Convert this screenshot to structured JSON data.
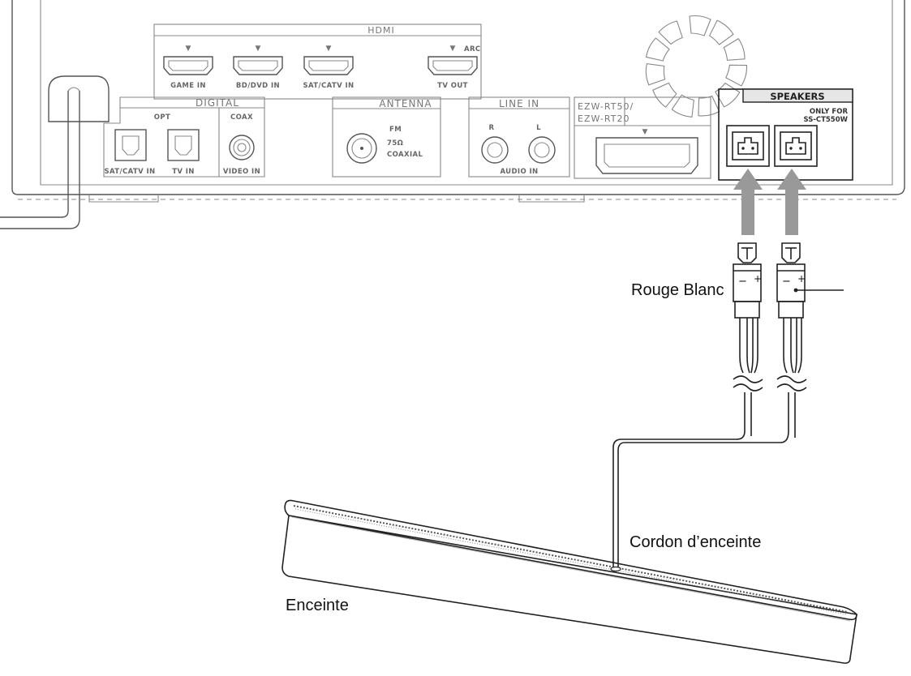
{
  "receiver": {
    "hdmi": {
      "header": "HDMI",
      "ports": [
        "GAME IN",
        "BD/DVD IN",
        "SAT/CATV IN",
        "TV OUT"
      ],
      "arc_label": "ARC",
      "arrow_mark": "▼"
    },
    "digital": {
      "header": "DIGITAL",
      "opt_label": "OPT",
      "coax_label": "COAX",
      "ports": [
        "SAT/CATV IN",
        "TV IN",
        "VIDEO IN"
      ]
    },
    "antenna": {
      "header": "ANTENNA",
      "fm_label": "FM",
      "ohm_label": "75Ω",
      "coaxial_label": "COAXIAL"
    },
    "line_in": {
      "header": "LINE IN",
      "r_label": "R",
      "l_label": "L",
      "sub_label": "AUDIO IN"
    },
    "ezw": {
      "line1": "EZW-RT50/",
      "line2": "EZW-RT20",
      "arrow_mark": "▼"
    },
    "speakers": {
      "header": "SPEAKERS",
      "note_line1": "ONLY FOR",
      "note_line2": "SS-CT550W"
    }
  },
  "plug_marks": {
    "minus": "−",
    "plus": "+"
  },
  "labels": {
    "rouge_blanc": "Rouge Blanc",
    "cord": "Cordon d’enceinte",
    "speaker": "Enceinte"
  }
}
